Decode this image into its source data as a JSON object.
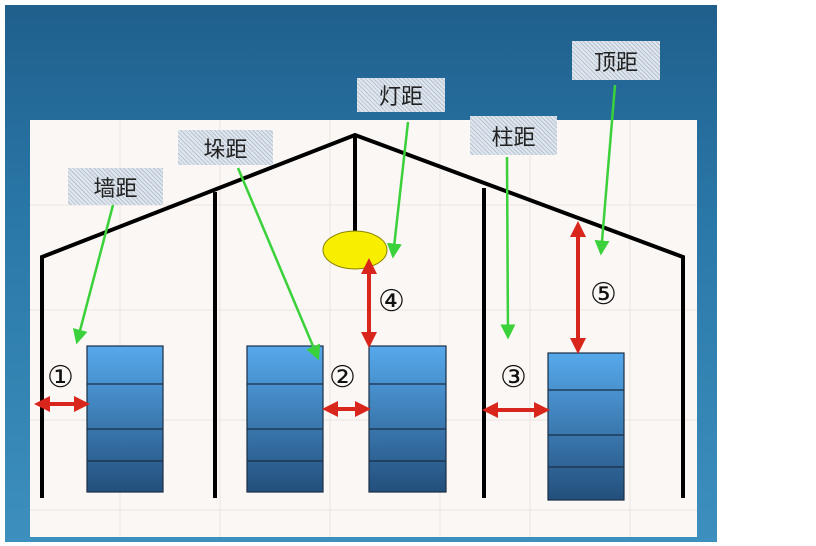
{
  "labels": {
    "wall_distance": "墙距",
    "stack_distance": "垛距",
    "lamp_distance": "灯距",
    "column_distance": "柱距",
    "top_distance": "顶距"
  },
  "markers": [
    "①",
    "②",
    "③",
    "④",
    "⑤"
  ],
  "colors": {
    "background": "#2a78a8",
    "panel": "#fbf7f4",
    "structure": "#000000",
    "stack": "#3f8fd6",
    "lamp": "#f7ee00",
    "pointer": "#3ad13a",
    "dimension": "#d9261c"
  }
}
